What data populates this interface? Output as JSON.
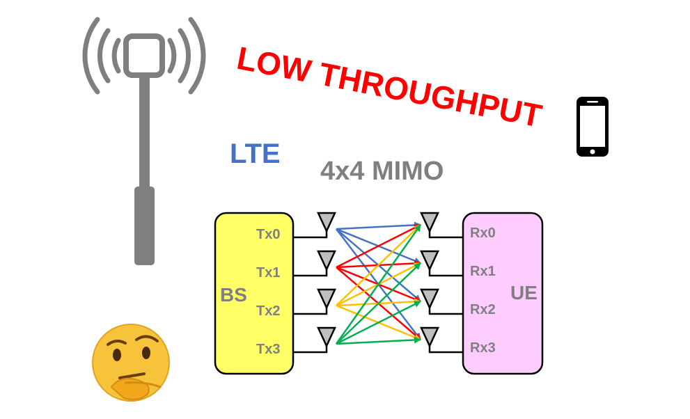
{
  "headline": {
    "text": "LOW THROUGHPUT",
    "color": "#ff0000"
  },
  "technology": {
    "text": "LTE",
    "color": "#4472c4"
  },
  "mimo_label": {
    "text": "4x4 MIMO",
    "color": "#7f7f7f"
  },
  "base_station": {
    "label": "BS",
    "fill": "#ffff66",
    "ports": [
      "Tx0",
      "Tx1",
      "Tx2",
      "Tx3"
    ]
  },
  "user_equipment": {
    "label": "UE",
    "fill": "#ffccff",
    "ports": [
      "Rx0",
      "Rx1",
      "Rx2",
      "Rx3"
    ]
  },
  "path_colors": [
    "#4472c4",
    "#ff0000",
    "#ffc000",
    "#00b050"
  ],
  "icons": {
    "tower": "cell-tower-icon",
    "phone": "smartphone-icon",
    "thinking": "thinking-face-icon",
    "antenna": "antenna-icon"
  },
  "label_color": "#7f7f7f"
}
